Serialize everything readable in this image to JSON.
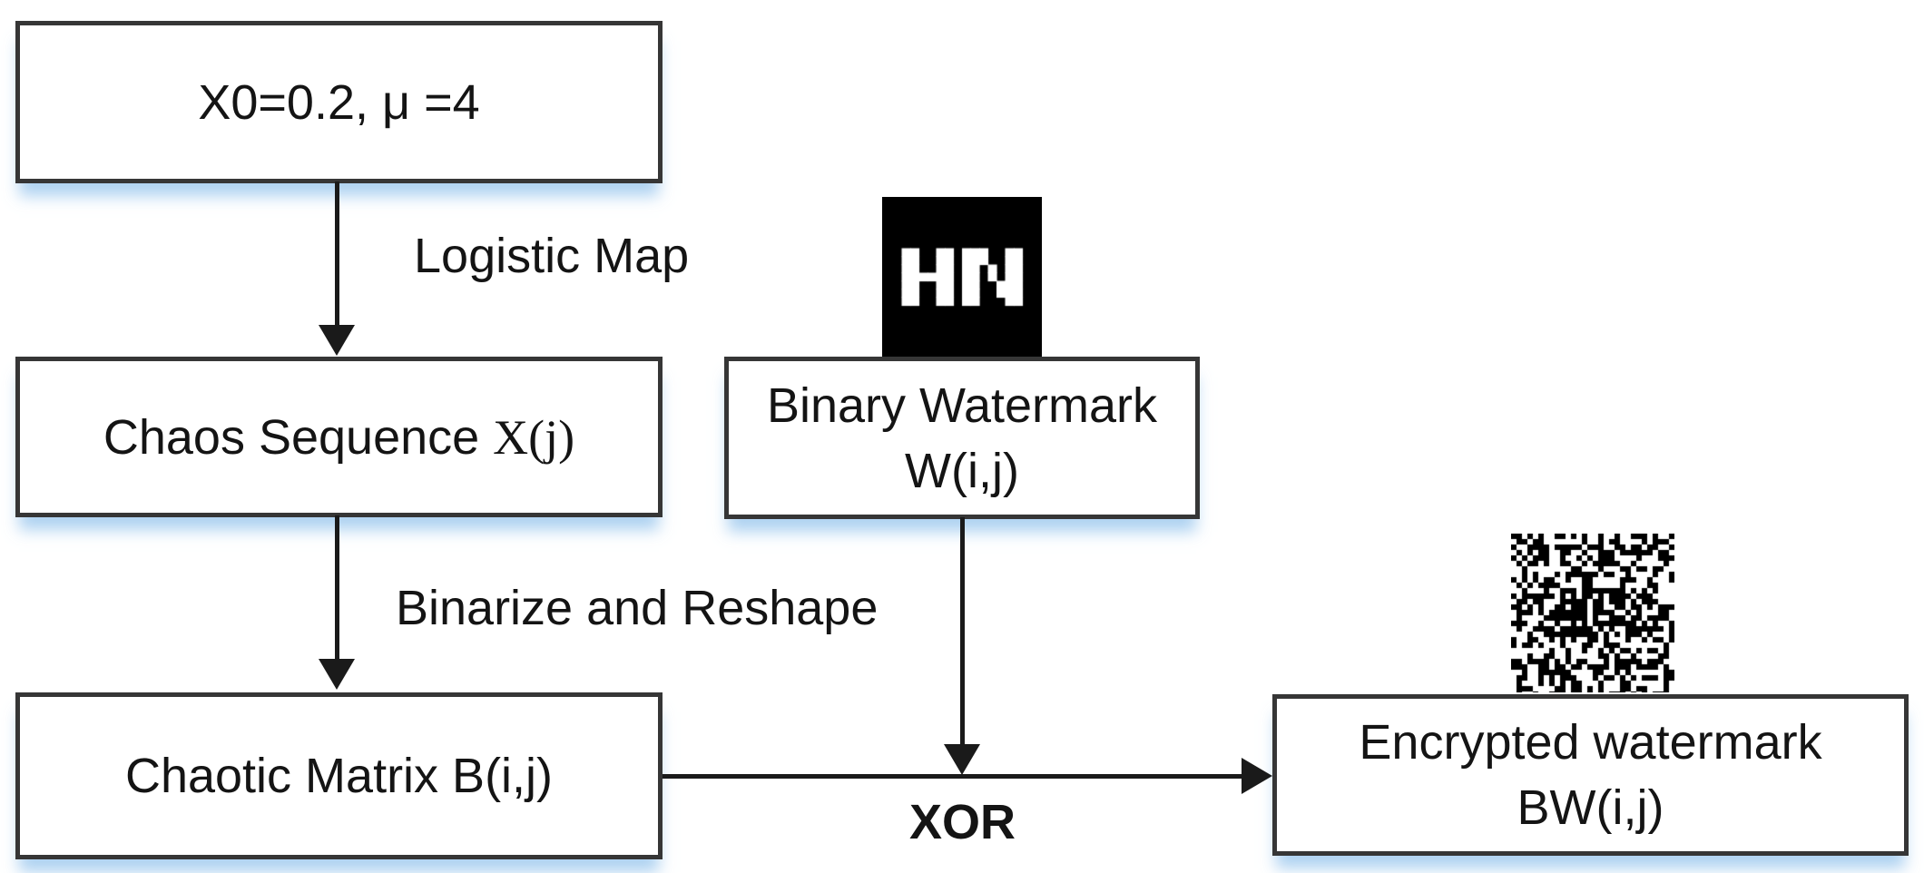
{
  "colors": {
    "border": "#363636",
    "text": "#141414",
    "arrow": "#1a1a1a",
    "shadow": "rgba(154,199,238,0.8)",
    "box_bg": "#ffffff",
    "page_bg": "#ffffff",
    "watermark_bg": "#000000",
    "watermark_fg": "#ffffff"
  },
  "nodes": {
    "initial_params": {
      "label": "X0=0.2, μ =4"
    },
    "chaos_sequence": {
      "label_text": "Chaos Sequence ",
      "label_math": "X(j)"
    },
    "chaotic_matrix": {
      "label": "Chaotic Matrix B(i,j)"
    },
    "binary_watermark": {
      "line1": "Binary Watermark",
      "line2": "W(i,j)"
    },
    "encrypted_watermark": {
      "line1": "Encrypted watermark",
      "line2": "BW(i,j)"
    }
  },
  "edges": {
    "logistic_map": {
      "label": "Logistic Map"
    },
    "binarize_reshape": {
      "label": "Binarize and Reshape"
    },
    "xor": {
      "label": "XOR"
    }
  },
  "images": {
    "binary_watermark_preview": {
      "text": "HN",
      "bitmap": [
        "##..##.###..##",
        "##..##.###..##",
        "##..##.##.#.##",
        "######.##.#.##",
        "##..##.##..###",
        "##..##.##..###",
        "##..##.##...##"
      ],
      "bg": "#000000",
      "fg": "#ffffff"
    },
    "encrypted_watermark_preview": {
      "kind": "random-binary-noise",
      "cell": 6,
      "density": 0.52,
      "seed": 20
    }
  }
}
